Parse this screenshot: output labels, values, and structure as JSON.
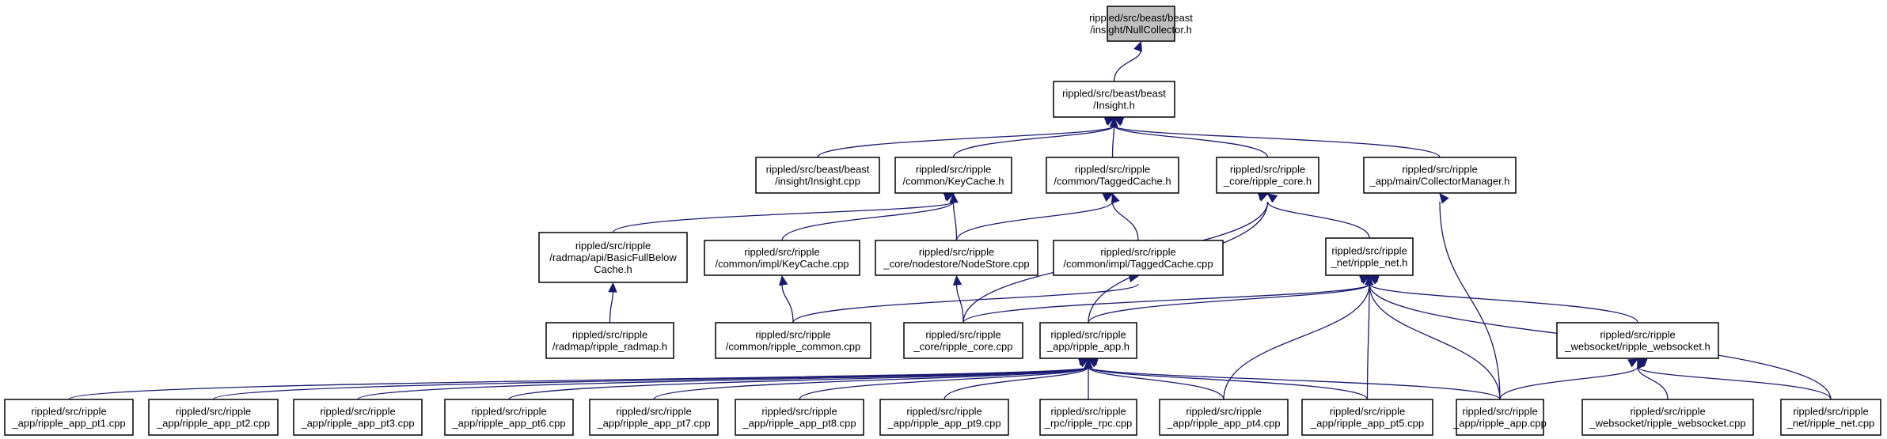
{
  "graph": {
    "nodes": [
      {
        "id": "n0",
        "lines": [
          "rippled/src/beast/beast",
          "/insight/NullCollector.h"
        ]
      },
      {
        "id": "n1",
        "lines": [
          "rippled/src/beast/beast",
          "/Insight.h"
        ]
      },
      {
        "id": "n2",
        "lines": [
          "rippled/src/beast/beast",
          "/insight/Insight.cpp"
        ]
      },
      {
        "id": "n3",
        "lines": [
          "rippled/src/ripple",
          "/common/KeyCache.h"
        ]
      },
      {
        "id": "n4",
        "lines": [
          "rippled/src/ripple",
          "/common/TaggedCache.h"
        ]
      },
      {
        "id": "n5",
        "lines": [
          "rippled/src/ripple",
          "_core/ripple_core.h"
        ]
      },
      {
        "id": "n6",
        "lines": [
          "rippled/src/ripple",
          "_app/main/CollectorManager.h"
        ]
      },
      {
        "id": "n7",
        "lines": [
          "rippled/src/ripple",
          "/radmap/api/BasicFullBelow",
          "Cache.h"
        ]
      },
      {
        "id": "n8",
        "lines": [
          "rippled/src/ripple",
          "/common/impl/KeyCache.cpp"
        ]
      },
      {
        "id": "n9",
        "lines": [
          "rippled/src/ripple",
          "_core/nodestore/NodeStore.cpp"
        ]
      },
      {
        "id": "n10",
        "lines": [
          "rippled/src/ripple",
          "/common/impl/TaggedCache.cpp"
        ]
      },
      {
        "id": "n11",
        "lines": [
          "rippled/src/ripple",
          "_net/ripple_net.h"
        ]
      },
      {
        "id": "n12",
        "lines": [
          "rippled/src/ripple",
          "/radmap/ripple_radmap.h"
        ]
      },
      {
        "id": "n13",
        "lines": [
          "rippled/src/ripple",
          "/common/ripple_common.cpp"
        ]
      },
      {
        "id": "n14",
        "lines": [
          "rippled/src/ripple",
          "_core/ripple_core.cpp"
        ]
      },
      {
        "id": "n15",
        "lines": [
          "rippled/src/ripple",
          "_app/ripple_app.h"
        ]
      },
      {
        "id": "n16",
        "lines": [
          "rippled/src/ripple",
          "_websocket/ripple_websocket.h"
        ]
      },
      {
        "id": "n17",
        "lines": [
          "rippled/src/ripple",
          "_app/ripple_app_pt1.cpp"
        ]
      },
      {
        "id": "n18",
        "lines": [
          "rippled/src/ripple",
          "_app/ripple_app_pt2.cpp"
        ]
      },
      {
        "id": "n19",
        "lines": [
          "rippled/src/ripple",
          "_app/ripple_app_pt3.cpp"
        ]
      },
      {
        "id": "n20",
        "lines": [
          "rippled/src/ripple",
          "_app/ripple_app_pt6.cpp"
        ]
      },
      {
        "id": "n21",
        "lines": [
          "rippled/src/ripple",
          "_app/ripple_app_pt7.cpp"
        ]
      },
      {
        "id": "n22",
        "lines": [
          "rippled/src/ripple",
          "_app/ripple_app_pt8.cpp"
        ]
      },
      {
        "id": "n23",
        "lines": [
          "rippled/src/ripple",
          "_app/ripple_app_pt9.cpp"
        ]
      },
      {
        "id": "n24",
        "lines": [
          "rippled/src/ripple",
          "_rpc/ripple_rpc.cpp"
        ]
      },
      {
        "id": "n25",
        "lines": [
          "rippled/src/ripple",
          "_app/ripple_app_pt4.cpp"
        ]
      },
      {
        "id": "n26",
        "lines": [
          "rippled/src/ripple",
          "_app/ripple_app_pt5.cpp"
        ]
      },
      {
        "id": "n27",
        "lines": [
          "rippled/src/ripple",
          "_app/ripple_app.cpp"
        ]
      },
      {
        "id": "n28",
        "lines": [
          "rippled/src/ripple",
          "_websocket/ripple_websocket.cpp"
        ]
      },
      {
        "id": "n29",
        "lines": [
          "rippled/src/ripple",
          "_net/ripple_net.cpp"
        ]
      }
    ],
    "edges": [
      [
        "n1",
        "n0"
      ],
      [
        "n2",
        "n1"
      ],
      [
        "n3",
        "n1"
      ],
      [
        "n4",
        "n1"
      ],
      [
        "n5",
        "n1"
      ],
      [
        "n6",
        "n1"
      ],
      [
        "n7",
        "n3"
      ],
      [
        "n8",
        "n3"
      ],
      [
        "n9",
        "n3"
      ],
      [
        "n9",
        "n4"
      ],
      [
        "n10",
        "n4"
      ],
      [
        "n11",
        "n5"
      ],
      [
        "n14",
        "n5"
      ],
      [
        "n15",
        "n5"
      ],
      [
        "n27",
        "n6"
      ],
      [
        "n12",
        "n7"
      ],
      [
        "n13",
        "n8"
      ],
      [
        "n14",
        "n9"
      ],
      [
        "n13",
        "n10"
      ],
      [
        "n14",
        "n11"
      ],
      [
        "n15",
        "n11"
      ],
      [
        "n16",
        "n11"
      ],
      [
        "n25",
        "n11"
      ],
      [
        "n26",
        "n11"
      ],
      [
        "n27",
        "n11"
      ],
      [
        "n29",
        "n11"
      ],
      [
        "n17",
        "n15"
      ],
      [
        "n18",
        "n15"
      ],
      [
        "n19",
        "n15"
      ],
      [
        "n20",
        "n15"
      ],
      [
        "n21",
        "n15"
      ],
      [
        "n22",
        "n15"
      ],
      [
        "n23",
        "n15"
      ],
      [
        "n24",
        "n15"
      ],
      [
        "n25",
        "n15"
      ],
      [
        "n26",
        "n15"
      ],
      [
        "n27",
        "n15"
      ],
      [
        "n27",
        "n16"
      ],
      [
        "n28",
        "n16"
      ],
      [
        "n29",
        "n16"
      ]
    ]
  }
}
